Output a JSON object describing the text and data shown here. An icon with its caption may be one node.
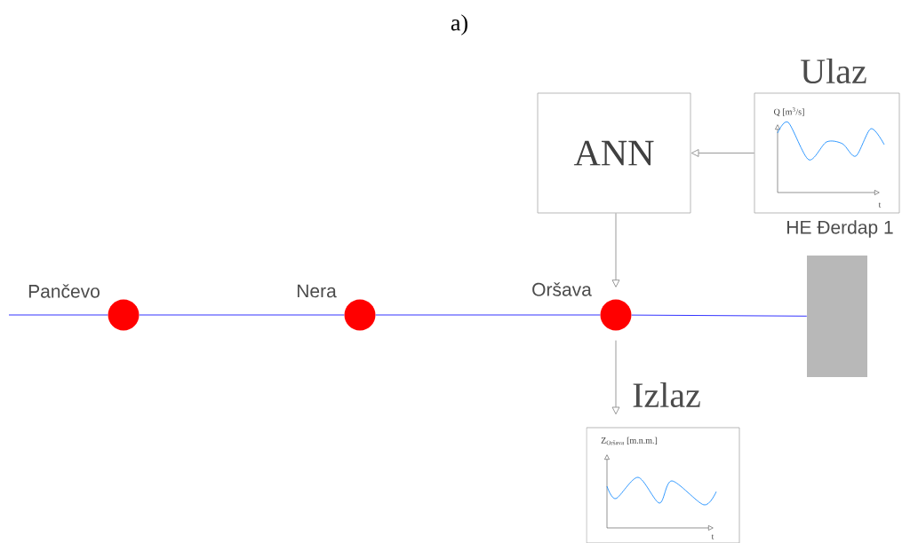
{
  "diagram": {
    "title": "a)",
    "nodes": [
      {
        "text": [
          "ANN"
        ]
      },
      {
        "text": [
          "Ulaz",
          "Q [m$^{3}$/s]",
          "t"
        ]
      },
      {
        "text": [
          "Pančevo"
        ]
      },
      {
        "text": [
          "Nera"
        ]
      },
      {
        "text": [
          "Oršava"
        ]
      },
      {
        "text": [
          "HE Đerdap 1"
        ]
      },
      {
        "text": [
          "Izlaz",
          "Z$_{Oršava}$ [m.n.m.]",
          "t"
        ]
      }
    ],
    "edges": [
      {
        "from": 1,
        "to": 0,
        "arrow": "to",
        "color": "#808080"
      },
      {
        "from": 0,
        "to": 4,
        "arrow": "to",
        "color": "#808080"
      },
      {
        "from": 4,
        "to": 6,
        "arrow": "to",
        "color": "#808080"
      },
      {
        "from": null,
        "to": 2,
        "arrow": "none",
        "color": "#3333ff"
      },
      {
        "from": 2,
        "to": 3,
        "arrow": "none",
        "color": "#3333ff"
      },
      {
        "from": 3,
        "to": 4,
        "arrow": "none",
        "color": "#3333ff"
      },
      {
        "from": 4,
        "to": 5,
        "arrow": "none",
        "color": "#3333ff"
      }
    ]
  }
}
